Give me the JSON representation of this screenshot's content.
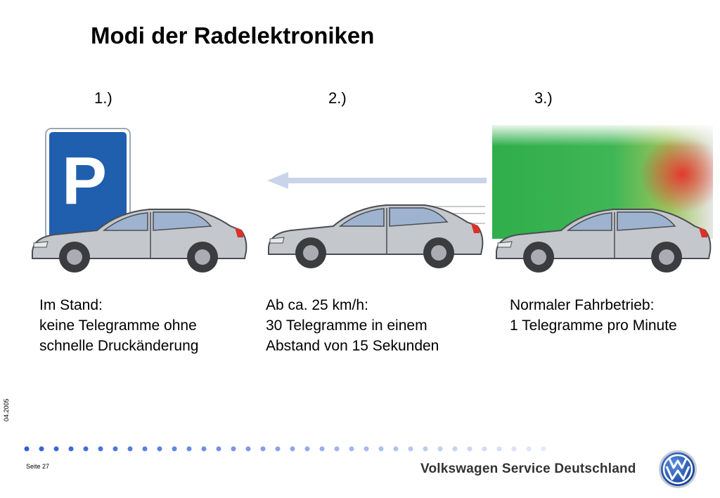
{
  "title": "Modi der Radelektroniken",
  "steps": [
    "1.)",
    "2.)",
    "3.)"
  ],
  "sign_letter": "P",
  "descriptions": [
    {
      "line1": "Im Stand:",
      "line2": "keine Telegramme ohne",
      "line3": "schnelle Druckänderung"
    },
    {
      "line1": "Ab ca. 25 km/h:",
      "line2": "30 Telegramme in einem",
      "line3": "Abstand von 15 Sekunden"
    },
    {
      "line1": "Normaler Fahrbetrieb:",
      "line2": "1 Telegramme pro Minute",
      "line3": ""
    }
  ],
  "footer": {
    "date": "04.2005",
    "page": "Seite 27",
    "brand": "Volkswagen Service Deutschland"
  },
  "colors": {
    "sign_blue": "#1f5fae",
    "dot_blue": "#2f5fd6",
    "car_silver": "#c4c7cc",
    "arrow": "#c9d4ea",
    "speed_green": "#2fae4a",
    "speed_red": "#e23a2e"
  }
}
